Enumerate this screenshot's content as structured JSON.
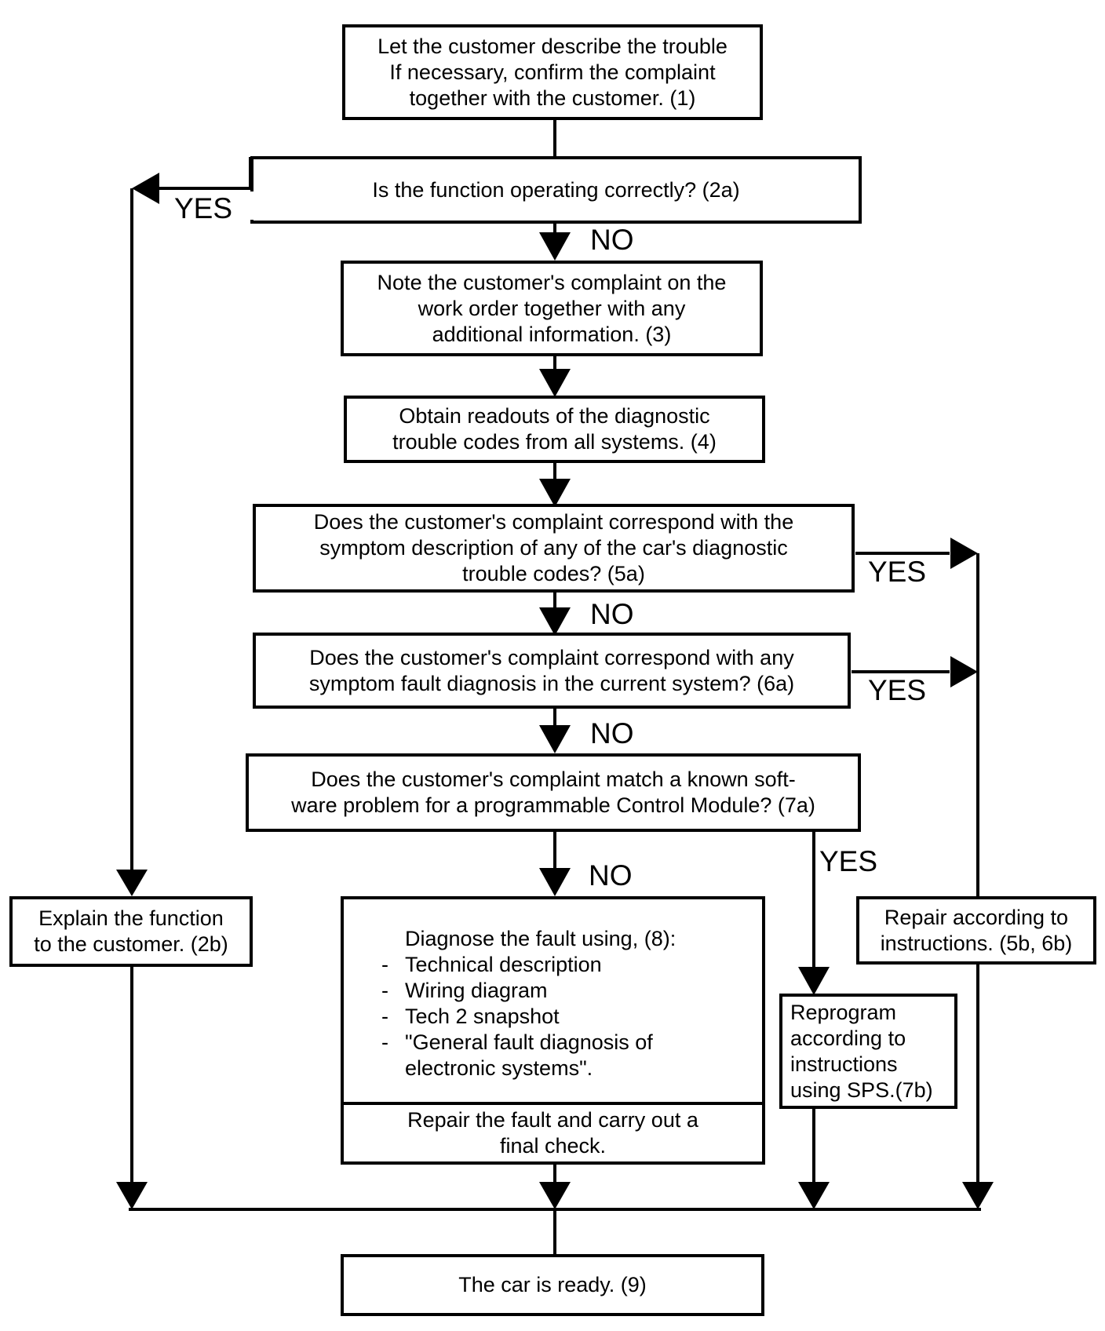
{
  "flowchart": {
    "nodes": {
      "n1": {
        "lines": [
          "Let the customer describe the trouble",
          "If necessary, confirm the complaint",
          "together with the customer. (1)"
        ]
      },
      "n2a": {
        "lines": [
          "Is the function operating correctly?   (2a)"
        ]
      },
      "n3": {
        "lines": [
          "Note the customer's complaint on the",
          "work order together with any",
          "additional information.  (3)"
        ]
      },
      "n4": {
        "lines": [
          "Obtain readouts of the diagnostic",
          "trouble codes from all systems. (4)"
        ]
      },
      "n5a": {
        "lines": [
          "Does the customer's complaint correspond with the",
          "symptom description of any of the car's diagnostic",
          "trouble codes? (5a)"
        ]
      },
      "n6a": {
        "lines": [
          "Does the customer's complaint correspond with any",
          "symptom fault diagnosis in the current system? (6a)"
        ]
      },
      "n7a": {
        "lines": [
          "Does the customer's complaint match a known soft-",
          "ware problem for a programmable Control Module? (7a)"
        ]
      },
      "n2b": {
        "lines": [
          "Explain the function",
          "to the customer. (2b)"
        ]
      },
      "n8": {
        "heading": "Diagnose the fault using, (8):",
        "items": [
          [
            "Technical description"
          ],
          [
            "Wiring diagram"
          ],
          [
            "Tech 2 snapshot"
          ],
          [
            "\"General fault diagnosis of",
            "electronic systems\"."
          ]
        ],
        "footer": [
          "Repair the fault and carry out a",
          "final check."
        ]
      },
      "n7b": {
        "lines": [
          "Reprogram",
          "according to",
          "instructions",
          "using SPS.(7b)"
        ]
      },
      "n5b6b": {
        "lines": [
          "Repair according to",
          "instructions. (5b, 6b)"
        ]
      },
      "n9": {
        "lines": [
          "The car is ready. (9)"
        ]
      }
    },
    "edge_labels": {
      "yes_2a": "YES",
      "no_2a": "NO",
      "no_5a": "NO",
      "yes_5a": "YES",
      "no_6a": "NO",
      "yes_6a": "YES",
      "no_7a": "NO",
      "yes_7a": "YES"
    }
  }
}
